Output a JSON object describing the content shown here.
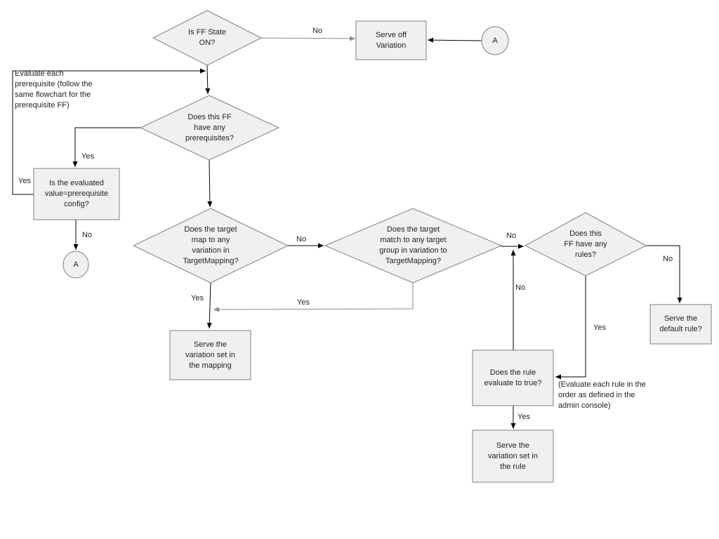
{
  "title": "Feature flag evaluation flowchart",
  "colors": {
    "background": "#ffffff",
    "shape_fill": "#f0f0f0",
    "shape_stroke": "#7f7f7f",
    "connector": "#000000",
    "connector_light": "#8c8c8c",
    "text": "#1f1f1f"
  },
  "nodes": {
    "ff_state": {
      "type": "decision",
      "label": "Is FF State\nON?"
    },
    "serve_off": {
      "type": "process",
      "label": "Serve off\nVariation"
    },
    "connector_a_top": {
      "type": "connector",
      "label": "A"
    },
    "prereq_note": {
      "type": "annotation",
      "label": "Evaluate each\nprerequisite (follow the\nsame flowchart for the\nprerequisite FF)"
    },
    "has_prereqs": {
      "type": "decision",
      "label": "Does this FF\nhave any\nprerequisites?"
    },
    "eval_value": {
      "type": "process",
      "label": "Is the evaluated\nvalue=prerequisite\nconfig?"
    },
    "connector_a_bottom": {
      "type": "connector",
      "label": "A"
    },
    "target_map": {
      "type": "decision",
      "label": "Does the target\nmap to any\nvariation in\nTargetMapping?"
    },
    "target_match": {
      "type": "decision",
      "label": "Does the target\nmatch to any target\ngroup in variation to\nTargetMapping?"
    },
    "has_rules": {
      "type": "decision",
      "label": "Does this\nFF have any\nrules?"
    },
    "serve_default": {
      "type": "process",
      "label": "Serve the\ndefault rule?"
    },
    "rule_true": {
      "type": "process",
      "label": "Does the rule\nevaluate to true?"
    },
    "rule_note": {
      "type": "annotation",
      "label": "(Evaluate each rule in the\norder as defined in the\nadmin console)"
    },
    "serve_rule": {
      "type": "process",
      "label": "Serve the\nvariation set in\nthe rule"
    },
    "serve_mapping": {
      "type": "process",
      "label": "Serve the\nvariation set in\nthe mapping"
    }
  },
  "edge_labels": {
    "ff_state_no": "No",
    "prereq_loop_yes": "Yes",
    "prereq_yes": "Yes",
    "eval_no": "No",
    "map_no": "No",
    "map_yes": "Yes",
    "match_yes": "Yes",
    "match_no": "No",
    "rule_true_no": "No",
    "rules_no": "No",
    "rules_yes": "Yes",
    "rule_true_yes": "Yes"
  }
}
